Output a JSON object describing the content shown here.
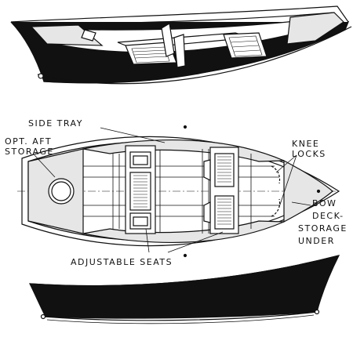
{
  "labels": {
    "side_tray": "SIDE TRAY",
    "opt_aft_1": "OPT. AFT",
    "opt_aft_2": "STORAGE",
    "knee_1": "KNEE",
    "knee_2": "LOCKS",
    "bow_1": "BOW",
    "bow_2": "DECK-",
    "bow_3": "STORAGE",
    "bow_4": "UNDER",
    "adjustable_seats": "ADJUSTABLE SEATS"
  },
  "colors": {
    "hull": "#111111",
    "line": "#111111",
    "deck": "#e6e6e6",
    "seat": "#ffffff"
  }
}
